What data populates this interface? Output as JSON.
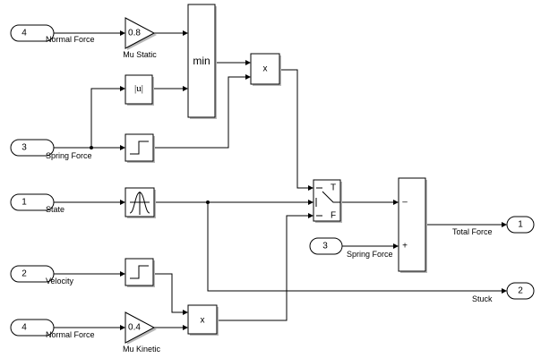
{
  "inports": [
    {
      "id": "in-normal-force-top",
      "num": "4",
      "label": "Normal Force"
    },
    {
      "id": "in-spring-force",
      "num": "3",
      "label": "Spring Force"
    },
    {
      "id": "in-state",
      "num": "1",
      "label": "State"
    },
    {
      "id": "in-velocity",
      "num": "2",
      "label": "Velocity"
    },
    {
      "id": "in-normal-force-bottom",
      "num": "4",
      "label": "Normal Force"
    },
    {
      "id": "in-spring-force-2",
      "num": "3",
      "label": "Spring Force"
    }
  ],
  "outports": [
    {
      "id": "out-total-force",
      "num": "1",
      "label": "Total Force"
    },
    {
      "id": "out-stuck",
      "num": "2",
      "label": "Stuck"
    }
  ],
  "blocks": {
    "gain_static": {
      "value": "0.8",
      "label": "Mu Static"
    },
    "gain_kinetic": {
      "value": "0.4",
      "label": "Mu Kinetic"
    },
    "abs": {
      "symbol": "|u|"
    },
    "min": {
      "text": "min"
    },
    "product_top": {
      "text": "x"
    },
    "product_bottom": {
      "text": "x"
    },
    "switch": {
      "true_label": "T",
      "false_label": "F"
    },
    "sum": {
      "minus": "–",
      "plus": "+"
    }
  }
}
